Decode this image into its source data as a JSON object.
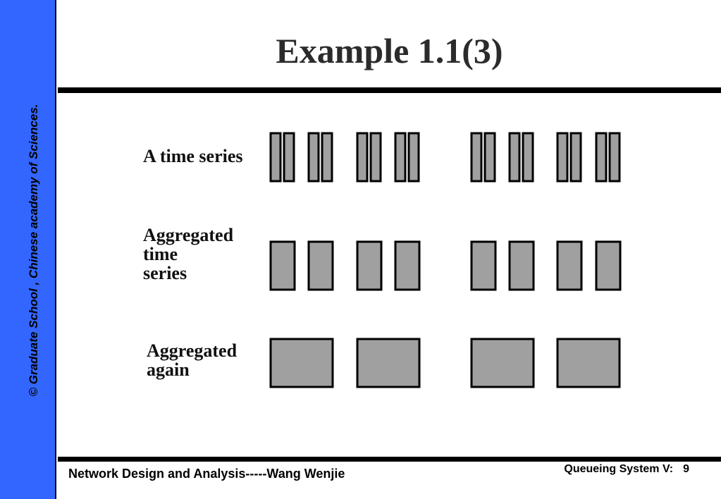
{
  "sidebar": {
    "text": "©  Graduate School , Chinese academy of Sciences."
  },
  "title": "Example 1.1(3)",
  "rows": [
    {
      "label": "A time series",
      "blocks": 16
    },
    {
      "label": "Aggregated\ntime\nseries",
      "blocks": 8
    },
    {
      "label": "Aggregated\nagain",
      "blocks": 4
    }
  ],
  "footer": {
    "left": "Network Design and Analysis-----Wang Wenjie",
    "right_label": "Queueing System V:",
    "page": "9"
  },
  "colors": {
    "sidebar": "#3366ff",
    "block_fill": "#a0a0a0",
    "block_border": "#000000"
  }
}
